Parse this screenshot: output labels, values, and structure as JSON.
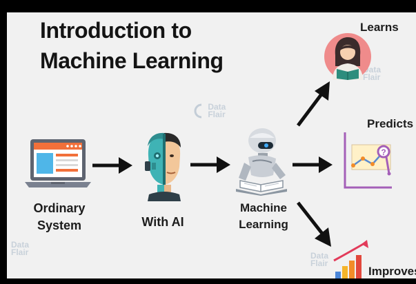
{
  "title_lines": [
    "Introduction to",
    "Machine Learning"
  ],
  "labels": {
    "ordinary": [
      "Ordinary",
      "System"
    ],
    "with_ai": "With AI",
    "machine_learning": [
      "Machine",
      "Learning"
    ],
    "learns": "Learns",
    "predicts": "Predicts",
    "improves": "Improves"
  },
  "colors": {
    "background": "#f1f1f1",
    "frame": "#000000",
    "arrow": "#111111",
    "accent_pink": "#ef8b8b",
    "accent_purple": "#a45fb8",
    "accent_orange": "#f28c28"
  },
  "icons": [
    "laptop-icon",
    "ai-human-robot-head-icon",
    "robot-reading-icon",
    "reader-woman-icon",
    "prediction-chart-icon",
    "growth-bar-chart-icon"
  ]
}
